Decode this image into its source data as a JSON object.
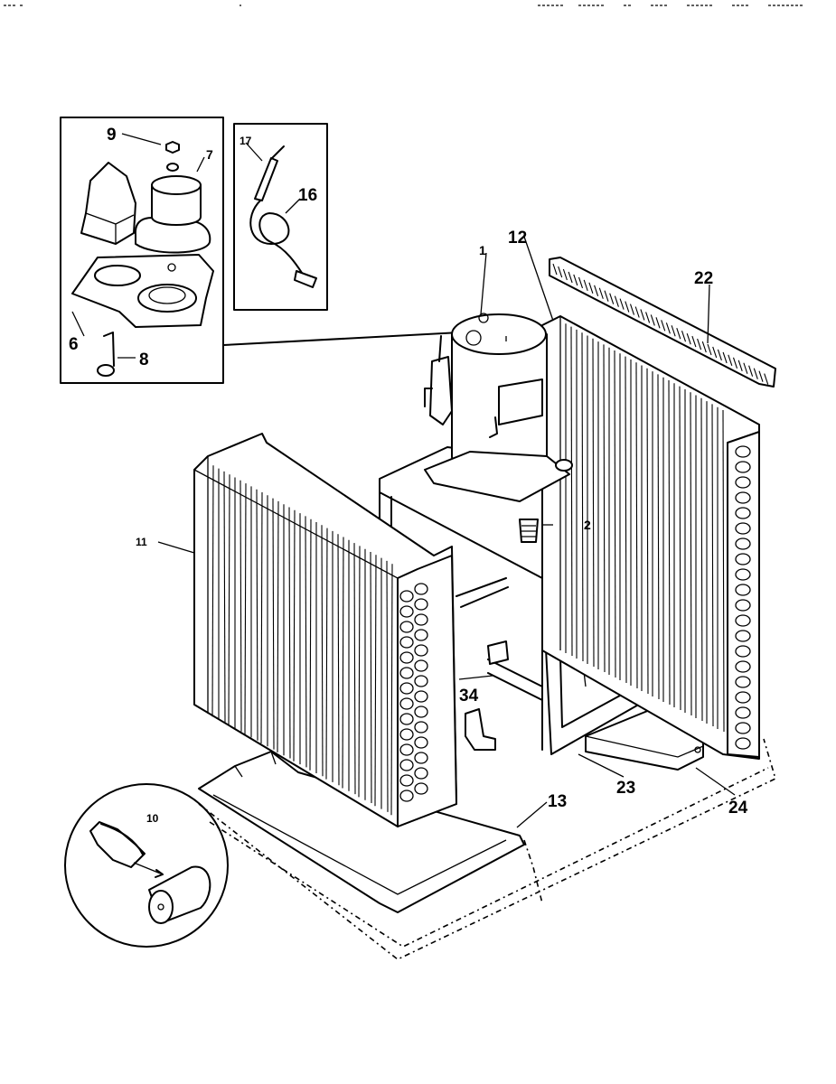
{
  "header": {
    "left": "",
    "right": ""
  },
  "callouts": {
    "c1": "1",
    "c2": "2",
    "c6": "6",
    "c7": "7",
    "c8": "8",
    "c9": "9",
    "c10": "10",
    "c11": "11",
    "c12": "12",
    "c13": "13",
    "c16": "16",
    "c17": "17",
    "c22": "22",
    "c23": "23",
    "c24": "24",
    "c34": "34"
  }
}
